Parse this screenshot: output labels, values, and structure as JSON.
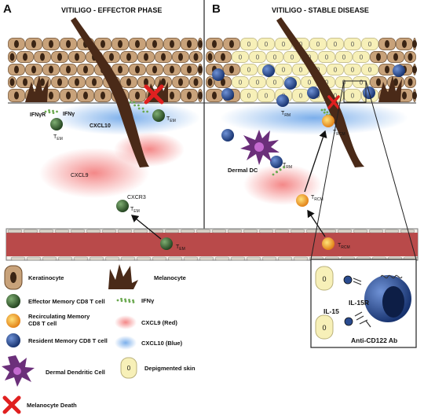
{
  "panel_a": {
    "letter": "A",
    "title": "VITILIGO - EFFECTOR PHASE",
    "labels": {
      "ifngr": "IFNγR",
      "ifng": "IFNγ",
      "cxcl10": "CXCL10",
      "cxcl9": "CXCL9",
      "cxcr3": "CXCR3",
      "tem": "T",
      "tem_sub": "EM"
    }
  },
  "panel_b": {
    "letter": "B",
    "title": "VITILIGO - STABLE DISEASE",
    "labels": {
      "dermal_dc": "Dermal DC",
      "trm": "T",
      "trm_sub": "RM",
      "trcm": "T",
      "trcm_sub": "RCM"
    },
    "inset": {
      "il15r": "IL-15R",
      "il15": "IL-15",
      "anti_cd122": "Anti-CD122 Ab"
    }
  },
  "legend": {
    "keratinocyte": "Keratinocyte",
    "melanocyte": "Melanocyte",
    "effector": "Effector Memory CD8 T cell",
    "ifng": "IFNγ",
    "recirculating_1": "Recirculating Memory",
    "recirculating_2": "CD8 T cell",
    "cxcl9": "CXCL9 (Red)",
    "resident": "Resident Memory CD8 T cell",
    "cxcl10": "CXCL10 (Blue)",
    "dendritic": "Dermal Dendritic Cell",
    "depigmented": "Depigmented skin",
    "death": "Melanocyte Death"
  },
  "colors": {
    "keratinocyte": "#c8a27a",
    "depigmented": "#f7f0b8",
    "vessel": "#b94a4a",
    "effector": "#3d6b3a",
    "resident": "#2a4b8f",
    "recirculating": "#f2a21e",
    "melanocyte": "#4a2a18",
    "dc": "#6b2f7a",
    "cxcl9": "#f08080",
    "cxcl10": "#7fb0ea",
    "death": "#e02020"
  }
}
